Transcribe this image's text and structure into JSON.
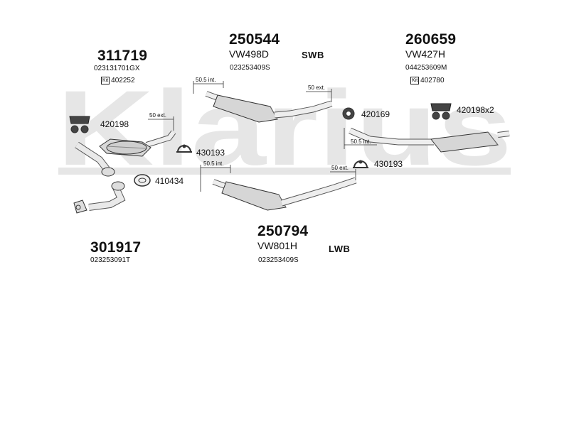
{
  "watermark": {
    "text": "Klarius",
    "color": "#e4e4e4"
  },
  "parts": [
    {
      "id": "311719",
      "ref": "023131701GX",
      "kit_label": "Kit",
      "kit_no": "402252"
    },
    {
      "id": "250544",
      "code": "VW498D",
      "ref": "023253409S",
      "variant": "SWB"
    },
    {
      "id": "260659",
      "code": "VW427H",
      "ref": "044253609M",
      "kit_label": "Kit",
      "kit_no": "402780"
    },
    {
      "id": "250794",
      "code": "VW801H",
      "ref": "023253409S",
      "variant": "LWB"
    },
    {
      "id": "301917",
      "ref": "023253091T"
    }
  ],
  "fittings": [
    "420198",
    "430193",
    "410434",
    "420169",
    "420198x2",
    "430193"
  ],
  "dimensions": [
    "50.5 int.",
    "50 ext.",
    "50 ext.",
    "50.5 int.",
    "50.5 int.",
    "50 ext."
  ]
}
